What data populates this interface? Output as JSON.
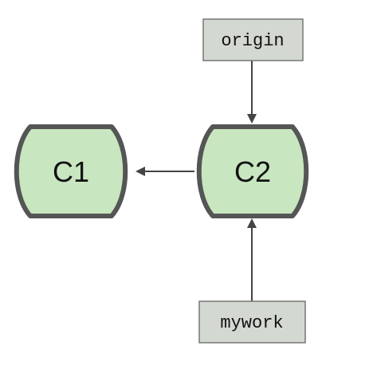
{
  "colors": {
    "commit_fill": "#c8e6c0",
    "commit_stroke": "#555555",
    "ref_fill": "#d3d8d1",
    "ref_stroke": "#777777",
    "arrow": "#444444"
  },
  "commits": [
    {
      "id": "c1",
      "label": "C1"
    },
    {
      "id": "c2",
      "label": "C2"
    }
  ],
  "refs": [
    {
      "id": "origin",
      "label": "origin",
      "points_to": "c2"
    },
    {
      "id": "mywork",
      "label": "mywork",
      "points_to": "c2"
    }
  ],
  "edges": [
    {
      "from": "c2",
      "to": "c1"
    }
  ]
}
